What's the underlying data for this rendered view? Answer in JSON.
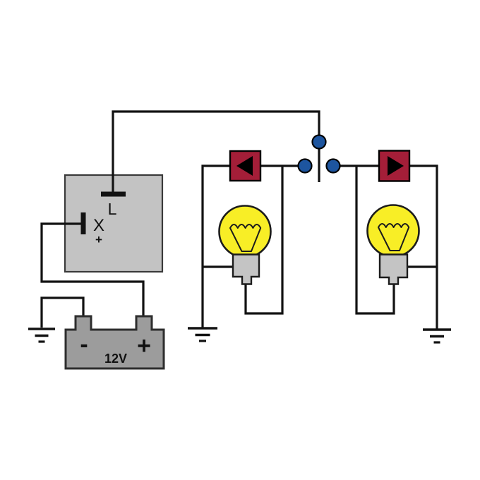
{
  "relay": {
    "terminal_l_label": "L",
    "terminal_x_label": "X",
    "terminal_x_polarity_label": "+"
  },
  "battery": {
    "negative_label": "-",
    "positive_label": "+",
    "voltage_label": "12V"
  },
  "icons": {
    "left_indicator_arrow": "◀",
    "right_indicator_arrow": "▶",
    "left_lamp": "incandescent-bulb",
    "right_lamp": "incandescent-bulb",
    "switch_contacts": "3 blue dots (changeover switch)",
    "ground_symbol": "⏚"
  },
  "colors": {
    "background": "#ffffff",
    "wire": "#121212",
    "outline": "#1c1c1c",
    "text": "#111111",
    "relay_fill": "#c3c3c3",
    "relay_border": "#3a3a3a",
    "battery_fill": "#9c9c9c",
    "battery_border": "#2d2d2d",
    "bulb_yellow": "#f8ee26",
    "socket_gray": "#c4c4c4",
    "indicator_red": "#a41e38",
    "contact_blue": "#1d559f",
    "arrow_black": "#000000"
  }
}
